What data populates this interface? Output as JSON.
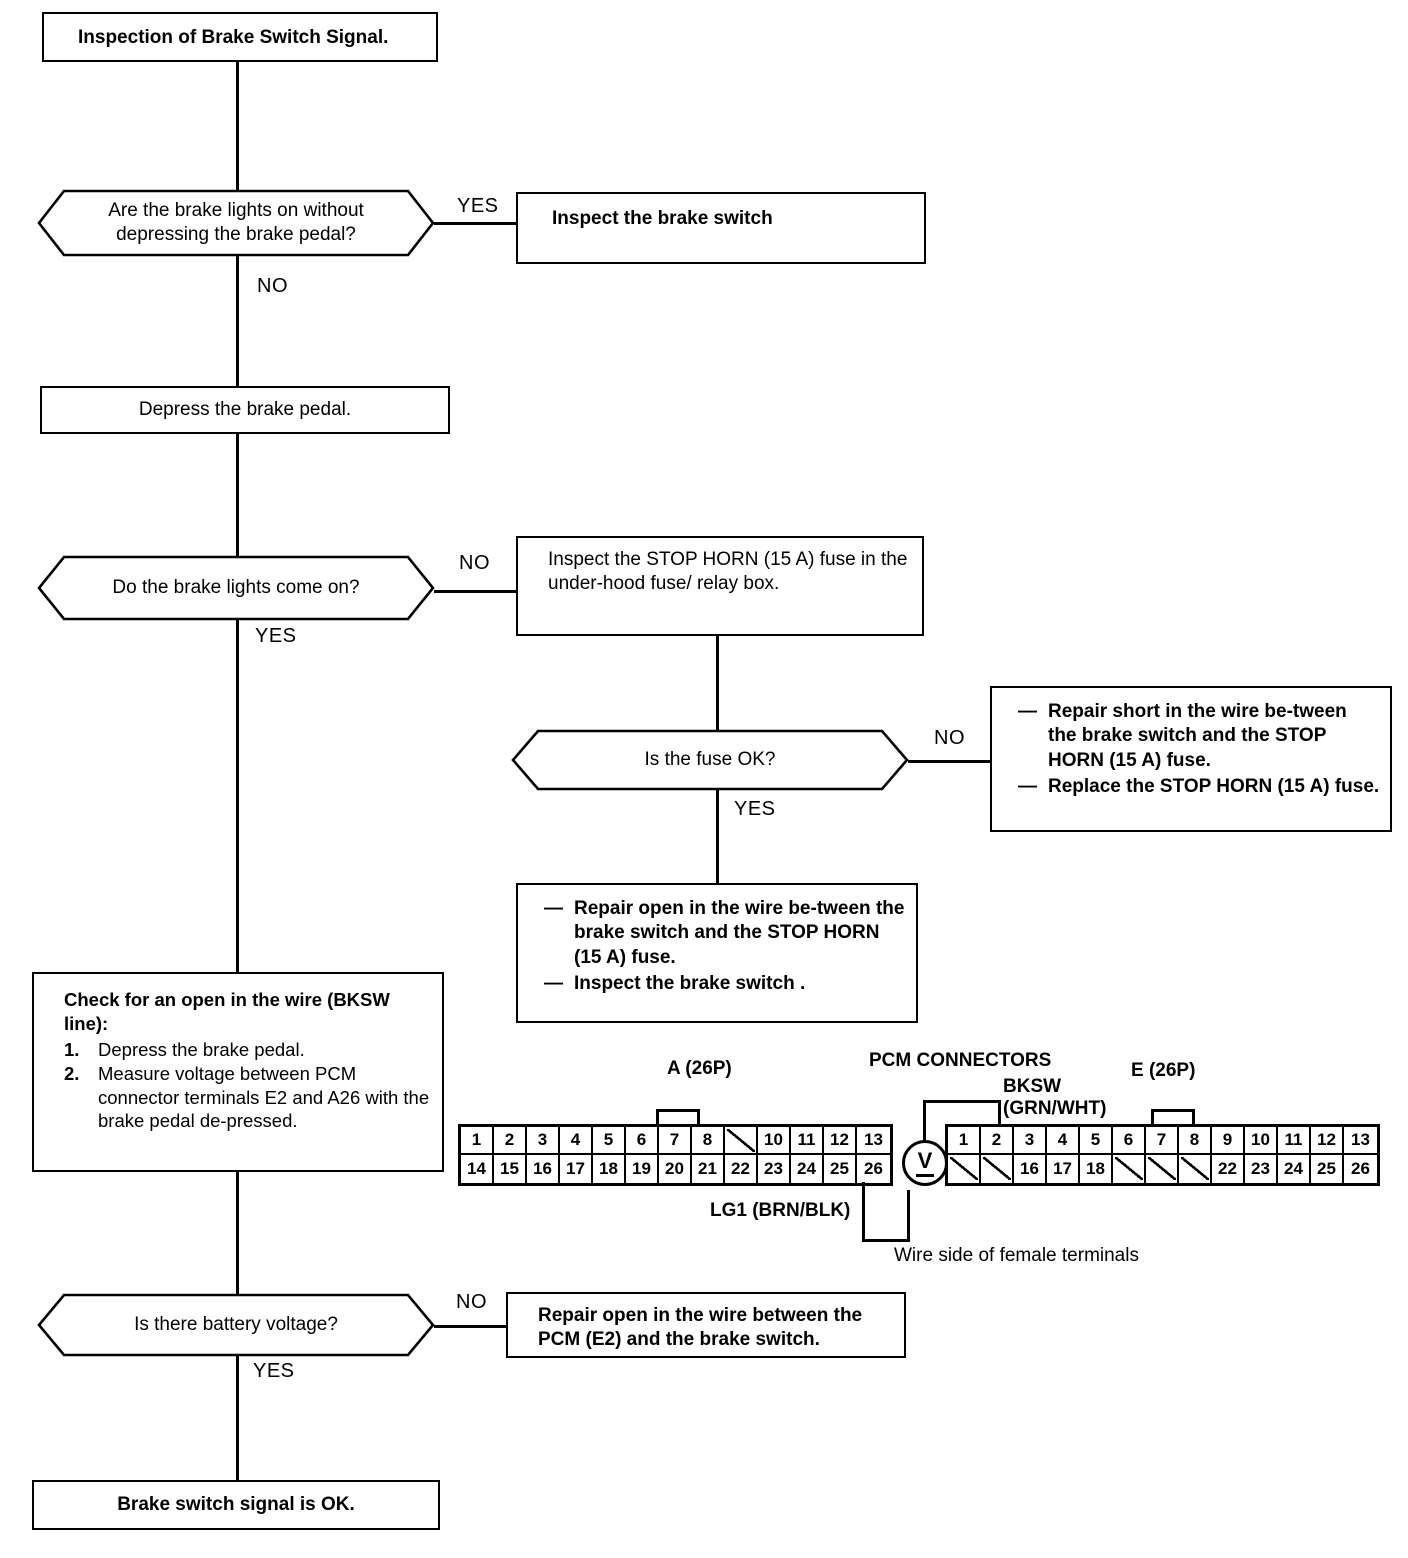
{
  "title_box": {
    "text": "Inspection of Brake Switch Signal."
  },
  "decisions": {
    "brake_lights_without_pedal": "Are the brake lights on without depressing the brake pedal?",
    "brake_lights_come_on": "Do the brake lights come on?",
    "fuse_ok": "Is the fuse OK?",
    "battery_voltage": "Is there battery voltage?"
  },
  "actions": {
    "inspect_brake_switch": "Inspect the brake switch",
    "depress_pedal": "Depress the brake pedal.",
    "inspect_fuse": "Inspect the STOP HORN (15 A) fuse in the under-hood fuse/ relay box.",
    "repair_open_pcm_e2": "Repair open in the wire between the PCM (E2) and the brake switch.",
    "brake_switch_ok": "Brake switch signal is OK."
  },
  "repair_short_box": {
    "items": [
      "Repair short in the wire be-tween the brake switch and the STOP HORN (15 A) fuse.",
      "Replace the STOP HORN (15 A) fuse."
    ],
    "dash": "—"
  },
  "repair_open_box": {
    "items": [
      "Repair open in the wire be-tween the brake switch and the STOP HORN (15 A) fuse.",
      "Inspect the brake switch ."
    ],
    "dash": "—"
  },
  "check_open_box": {
    "heading": "Check for an open in the wire (BKSW line):",
    "steps": [
      {
        "num": "1.",
        "text": "Depress the brake pedal."
      },
      {
        "num": "2.",
        "text": "Measure voltage between PCM connector terminals E2 and A26 with the brake pedal de-pressed."
      }
    ]
  },
  "edge_labels": {
    "yes1": "YES",
    "no1": "NO",
    "no2": "NO",
    "yes2": "YES",
    "no3": "NO",
    "yes3": "YES",
    "no4": "NO",
    "yes4": "YES"
  },
  "connectors": {
    "heading": "PCM CONNECTORS",
    "a_label": "A (26P)",
    "e_label": "E (26P)",
    "bksw_label_line1": "BKSW",
    "bksw_label_line2": "(GRN/WHT)",
    "lg1_label": "LG1 (BRN/BLK)",
    "caption": "Wire side of female terminals",
    "meter_symbol": "V",
    "a_connector": {
      "top": [
        "1",
        "2",
        "3",
        "4",
        "5",
        "6",
        "7",
        "8",
        "",
        "10",
        "11",
        "12",
        "13"
      ],
      "top_blank_index": [
        8
      ],
      "bottom": [
        "14",
        "15",
        "16",
        "17",
        "18",
        "19",
        "20",
        "21",
        "22",
        "23",
        "24",
        "25",
        "26"
      ],
      "bottom_blank_index": []
    },
    "e_connector": {
      "top": [
        "1",
        "2",
        "3",
        "4",
        "5",
        "6",
        "7",
        "8",
        "9",
        "10",
        "11",
        "12",
        "13"
      ],
      "top_blank_index": [],
      "bottom": [
        "",
        "",
        "16",
        "17",
        "18",
        "",
        "",
        "",
        "22",
        "23",
        "24",
        "25",
        "26"
      ],
      "bottom_blank_index": [
        0,
        1,
        5,
        6,
        7
      ]
    }
  }
}
